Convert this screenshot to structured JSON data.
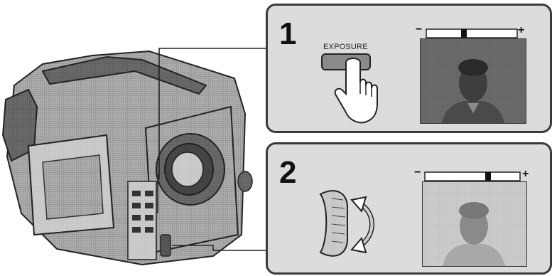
{
  "steps": [
    {
      "number": "1",
      "button_label": "EXPOSURE",
      "meter_minus": "−",
      "meter_plus": "+"
    },
    {
      "number": "2",
      "meter_minus": "−",
      "meter_plus": "+"
    }
  ],
  "icons": {
    "camcorder": "camcorder-icon",
    "hand": "pointing-hand-icon",
    "dial": "control-dial-icon",
    "rotate_arrow": "rotate-arrow-icon"
  },
  "colors": {
    "panel_border": "#3a3a3a",
    "panel_fill": "#dcdcdc"
  }
}
